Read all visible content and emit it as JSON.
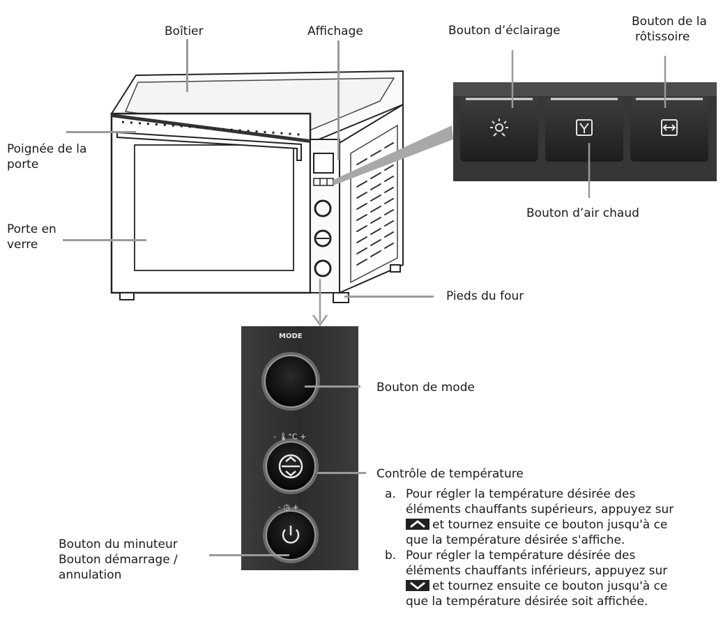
{
  "labels": {
    "boitier": "Boîtier",
    "affichage": "Affichage",
    "eclairage": "Bouton d’éclairage",
    "rotissoire_1": "Bouton de la",
    "rotissoire_2": "rôtissoire",
    "poignee_1": "Poignée de la",
    "poignee_2": "porte",
    "porte_1": "Porte en",
    "porte_2": "verre",
    "air_chaud": "Bouton d’air chaud",
    "pieds": "Pieds du four",
    "mode_btn": "Bouton de mode",
    "temp": "Contrôle de température",
    "minuteur_1": "Bouton du minuteur",
    "minuteur_2": "Bouton démarrage /",
    "minuteur_3": "annulation"
  },
  "panel": {
    "mode_text": "MODE",
    "temp_text": "- 🌡︎°C +",
    "timer_text": "- ◷ +"
  },
  "instructions": [
    {
      "marker": "a.",
      "line1": "Pour régler la température désirée des",
      "line2": "éléments chauffants supérieurs, appuyez sur",
      "icon": "chevron-up-icon",
      "line3": "et tournez ensuite ce bouton jusqu'à ce",
      "line4": "que la température désirée s'affiche."
    },
    {
      "marker": "b.",
      "line1": "Pour régler la température désirée des",
      "line2": "éléments chauffants inférieurs, appuyez sur",
      "icon": "chevron-down-icon",
      "line3": "et tournez ensuite ce bouton jusqu'à ce",
      "line4": "que la température désirée soit affichée."
    }
  ],
  "colors": {
    "leader": "#9a9a9a",
    "panel": "#2e3032",
    "icon_chip": "#222222"
  }
}
